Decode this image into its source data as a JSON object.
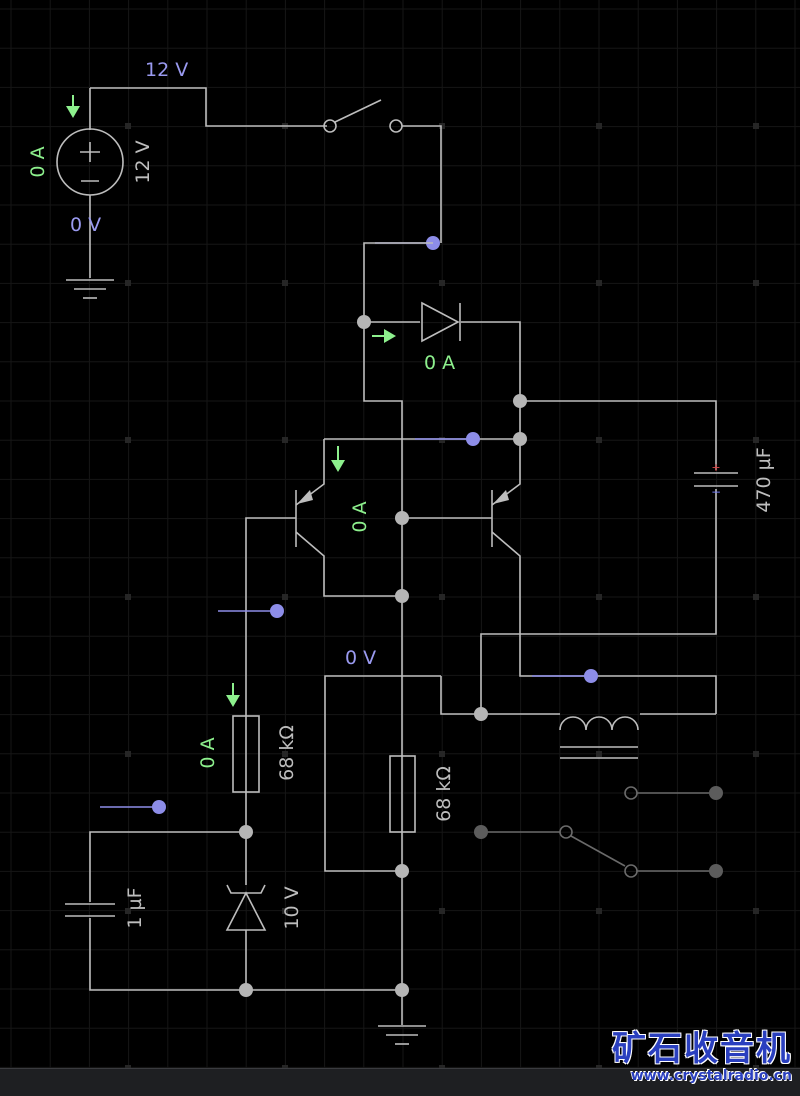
{
  "canvas": {
    "background": "#000000",
    "grid": true,
    "wire_color": "#bdbdbd",
    "probe_color": "#8d8de8",
    "current_arrow_color": "#8df08d"
  },
  "labels": {
    "supply_node_voltage": "12 V",
    "source_current": "0 A",
    "source_rating": "12 V",
    "source_return_voltage": "0 V",
    "diode_current": "0 A",
    "transistor_current": "0 A",
    "capacitor_value": "470 µF",
    "center_node_voltage": "0 V",
    "resistor_left_current": "0 A",
    "resistor_left_value": "68 kΩ",
    "resistor_center_value": "68 kΩ",
    "zener_value": "10 V",
    "capacitor_small_value": "1 µF"
  },
  "components": [
    {
      "name": "voltage-source",
      "symbol": "+/-",
      "value": "12 V"
    },
    {
      "name": "switch-spst",
      "state": "open"
    },
    {
      "name": "diode"
    },
    {
      "name": "pnp-transistor-left"
    },
    {
      "name": "pnp-transistor-right"
    },
    {
      "name": "electrolytic-capacitor",
      "value": "470 µF"
    },
    {
      "name": "inductor-relay-coil"
    },
    {
      "name": "relay-switch-spdt"
    },
    {
      "name": "resistor-left",
      "value": "68 kΩ"
    },
    {
      "name": "resistor-center",
      "value": "68 kΩ"
    },
    {
      "name": "zener-diode",
      "value": "10 V"
    },
    {
      "name": "capacitor",
      "value": "1 µF"
    },
    {
      "name": "ground-top-left"
    },
    {
      "name": "ground-bottom"
    }
  ],
  "watermark": {
    "title": "矿石收音机",
    "url": "www.crystalradio.cn"
  }
}
